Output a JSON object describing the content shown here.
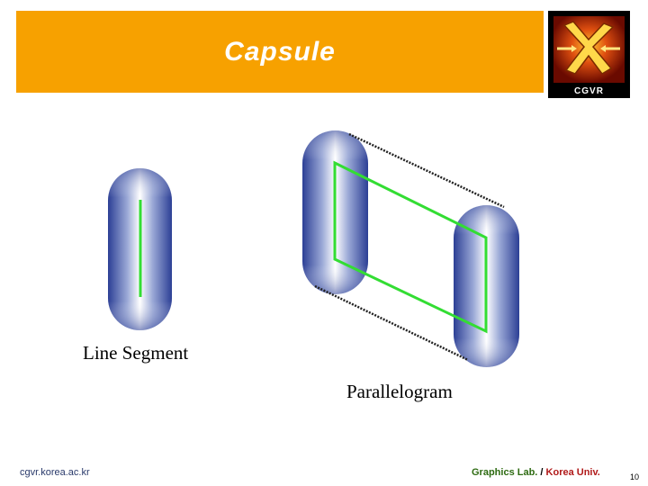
{
  "slide": {
    "title": "Capsule",
    "logo_text": "CGVR",
    "captions": {
      "line_segment": "Line Segment",
      "parallelogram": "Parallelogram"
    },
    "footer": {
      "url": "cgvr.korea.ac.kr",
      "lab": "Graphics Lab.",
      "separator": " / ",
      "university": "Korea Univ.",
      "page_number": "10"
    }
  },
  "colors": {
    "title_bar": "#f7a100",
    "capsule_edge": "#2c3f95",
    "capsule_center": "#ffffff",
    "segment": "#33dd33",
    "dashed_outline": "#222222"
  },
  "icons": [
    "cgvr-logo-icon"
  ]
}
